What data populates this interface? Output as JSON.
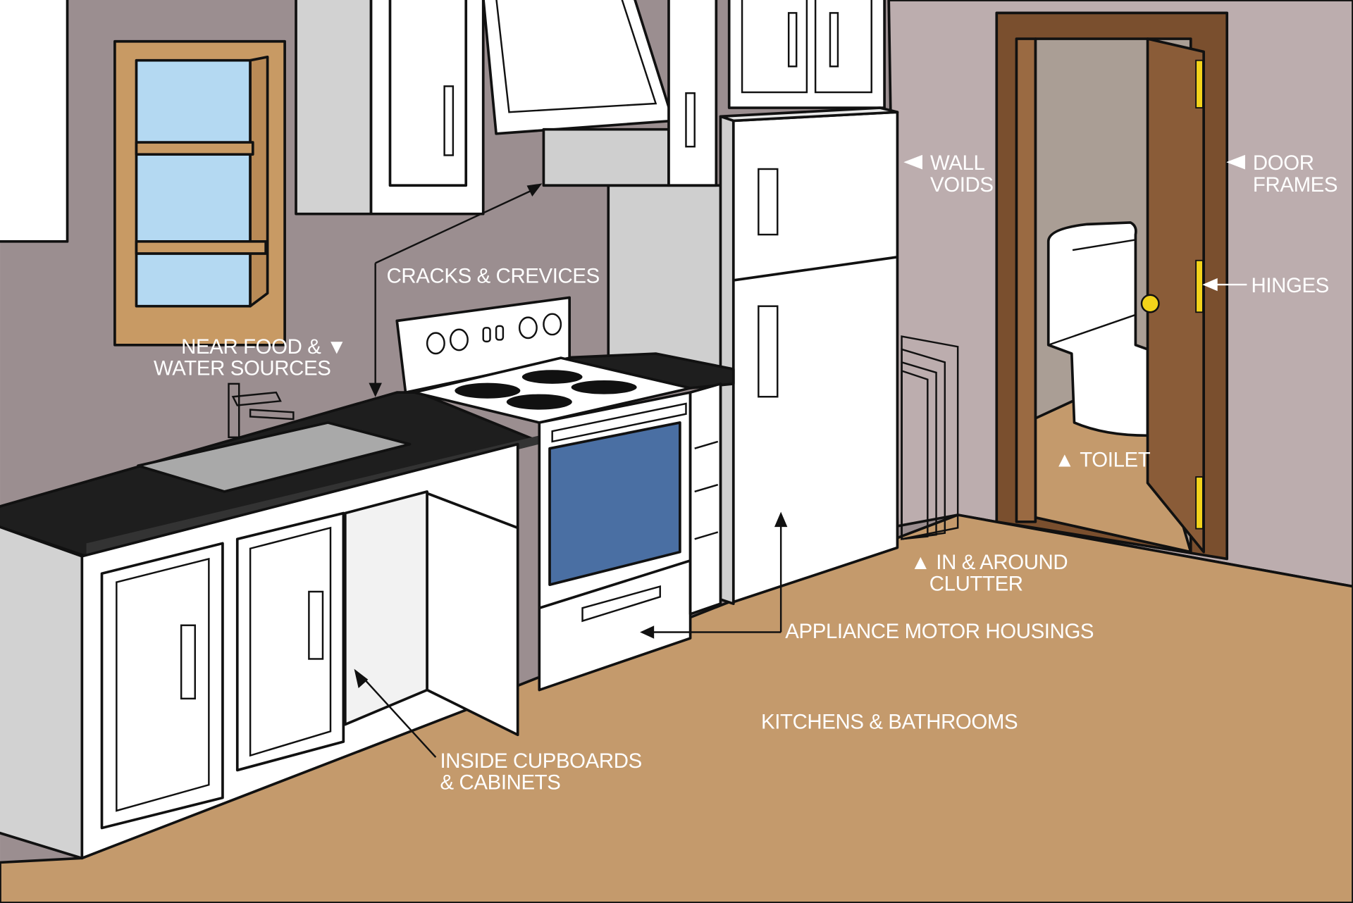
{
  "title": "KITCHENS & BATHROOMS",
  "labels": {
    "wall_voids": [
      "WALL",
      "VOIDS"
    ],
    "door_frames": [
      "DOOR",
      "FRAMES"
    ],
    "hinges": "HINGES",
    "cracks": "CRACKS & CREVICES",
    "near_food": [
      "NEAR FOOD & ▼",
      "WATER SOURCES"
    ],
    "toilet": "▲ TOILET",
    "clutter": [
      "▲ IN & AROUND",
      "CLUTTER"
    ],
    "appliance": "APPLIANCE MOTOR HOUSINGS",
    "cupboards": [
      "INSIDE CUPBOARDS",
      "& CABINETS"
    ]
  },
  "colors": {
    "left_wall": "#9b8e90",
    "right_wall": "#bcadae",
    "floor": "#c49a6c",
    "counter": "#1e1e1e",
    "oven_glass": "#4a6fa3",
    "window_glass": "#b4d9f2",
    "door": "#8a5c38",
    "hinge": "#f3d31a"
  }
}
